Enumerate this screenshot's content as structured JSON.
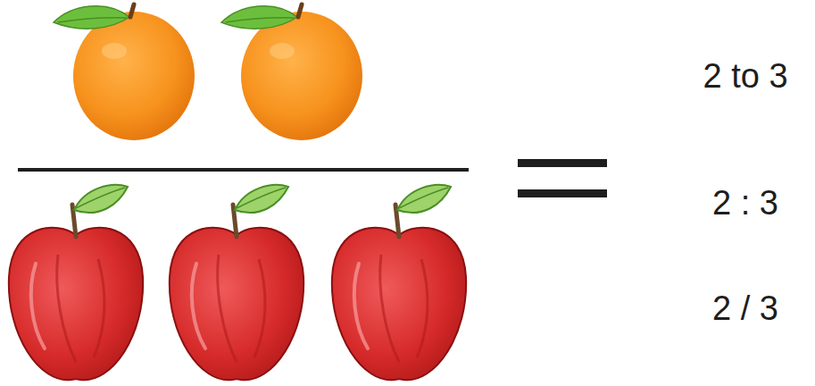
{
  "diagram": {
    "labels": [
      "2 to 3",
      "2 : 3",
      "2 / 3"
    ]
  }
}
